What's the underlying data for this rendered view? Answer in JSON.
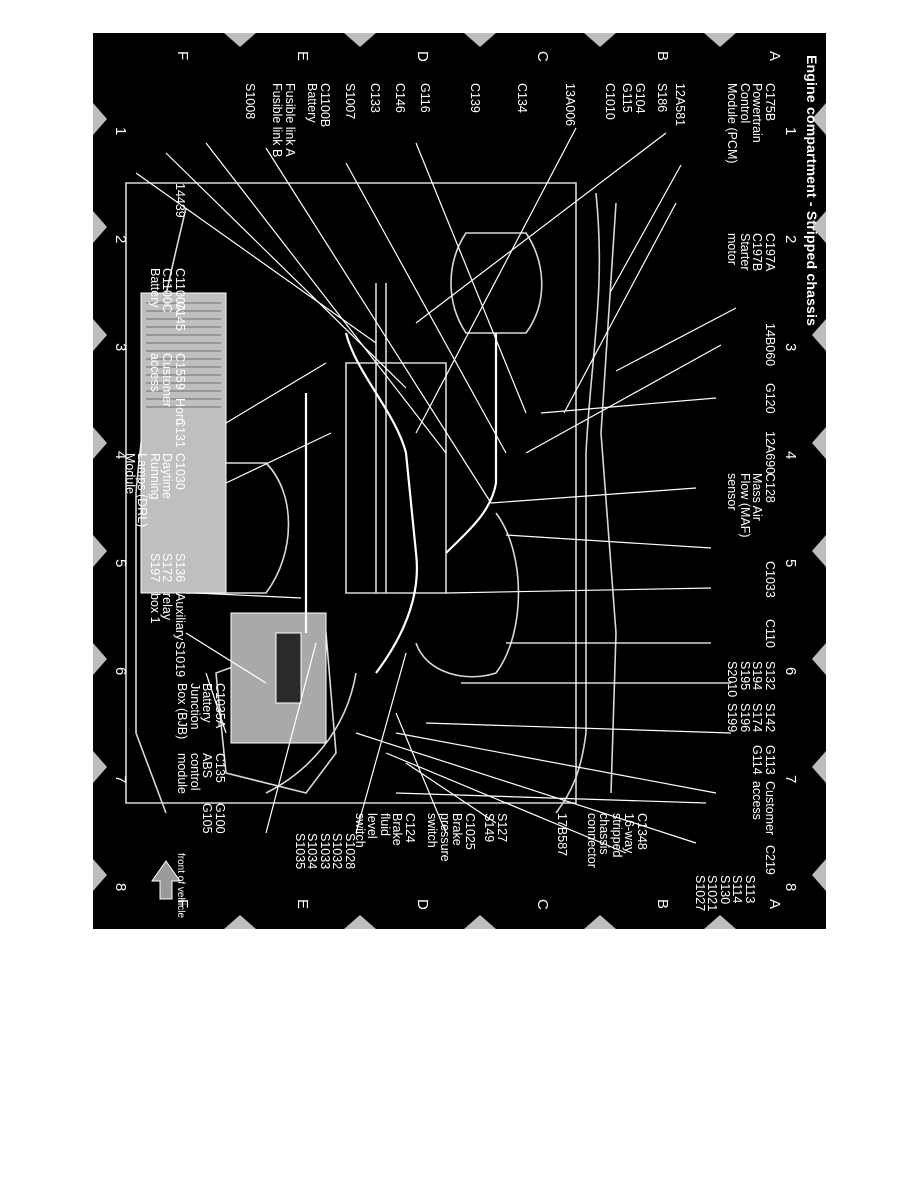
{
  "title": "Engine compartment - Stripped chassis",
  "grid": {
    "columns": [
      "1",
      "2",
      "3",
      "4",
      "5",
      "6",
      "7",
      "8"
    ],
    "rows": [
      "A",
      "B",
      "C",
      "D",
      "E",
      "F"
    ]
  },
  "labels": {
    "a1": "C175B\nPowertrain\nControl\nModule (PCM)",
    "a2": "C197A\nC197B\nStarter\nmotor",
    "a3a": "14B060",
    "a3b": "G120",
    "a3c": "12A690",
    "a4": "C128\nMass Air\nFlow (MAF)\nsensor",
    "a5a": "C1033",
    "a5b": "C110",
    "a5c": "S132\nS194\nS195\nS2010",
    "a6": "S142\nS174\nS196\nS199",
    "a6b": "G113\nG114",
    "a7a": "Customer\naccess",
    "a7b": "C219",
    "a8": "S113\nS114\nS130\nS1021\nS1027",
    "b1": "S186",
    "b2": "G104\nG115",
    "b3": "12A581",
    "b4": "C1010",
    "c1": "13A006",
    "c2": "C134",
    "c3": "C139",
    "c8a": "C1348\n16-way\nstripped\nchassis\nconnector",
    "c8b": "17B587",
    "d1": "G116",
    "d2": "C146",
    "d3": "C133",
    "d8a": "S127\nS149",
    "d8b": "C1025\nBrake\npressure\nswitch",
    "e1": "S1007",
    "e2": "C1100B\nBattery",
    "e3": "Fusible link A\nFusible link B",
    "e4": "S1008",
    "e5": "C124\nBrake\nfluid\nlevel\nswitch",
    "f2": "14439",
    "f2b": "C1100A\nC1100C\nBattery",
    "f3a": "C145",
    "f3b": "C1559\nCustomer\naccess",
    "f3c": "Horn",
    "f3d": "C131",
    "f4": "C1030\nDaytime\nRunning\nLamps (DRL)\nModule",
    "f5": "S136\nS172\nS197",
    "f5b": "Auxiliary\nrelay\nbox 1",
    "f6": "S1019",
    "f6b": "C1035A\nBattery\nJunction\nBox (BJB)",
    "f7": "C135\nABS\ncontrol\nmodule",
    "f7b": "G100\nG105",
    "f8": "S1028\nS1032\nS1033\nS1034\nS1035"
  },
  "arrow_label": "front of vehicle"
}
